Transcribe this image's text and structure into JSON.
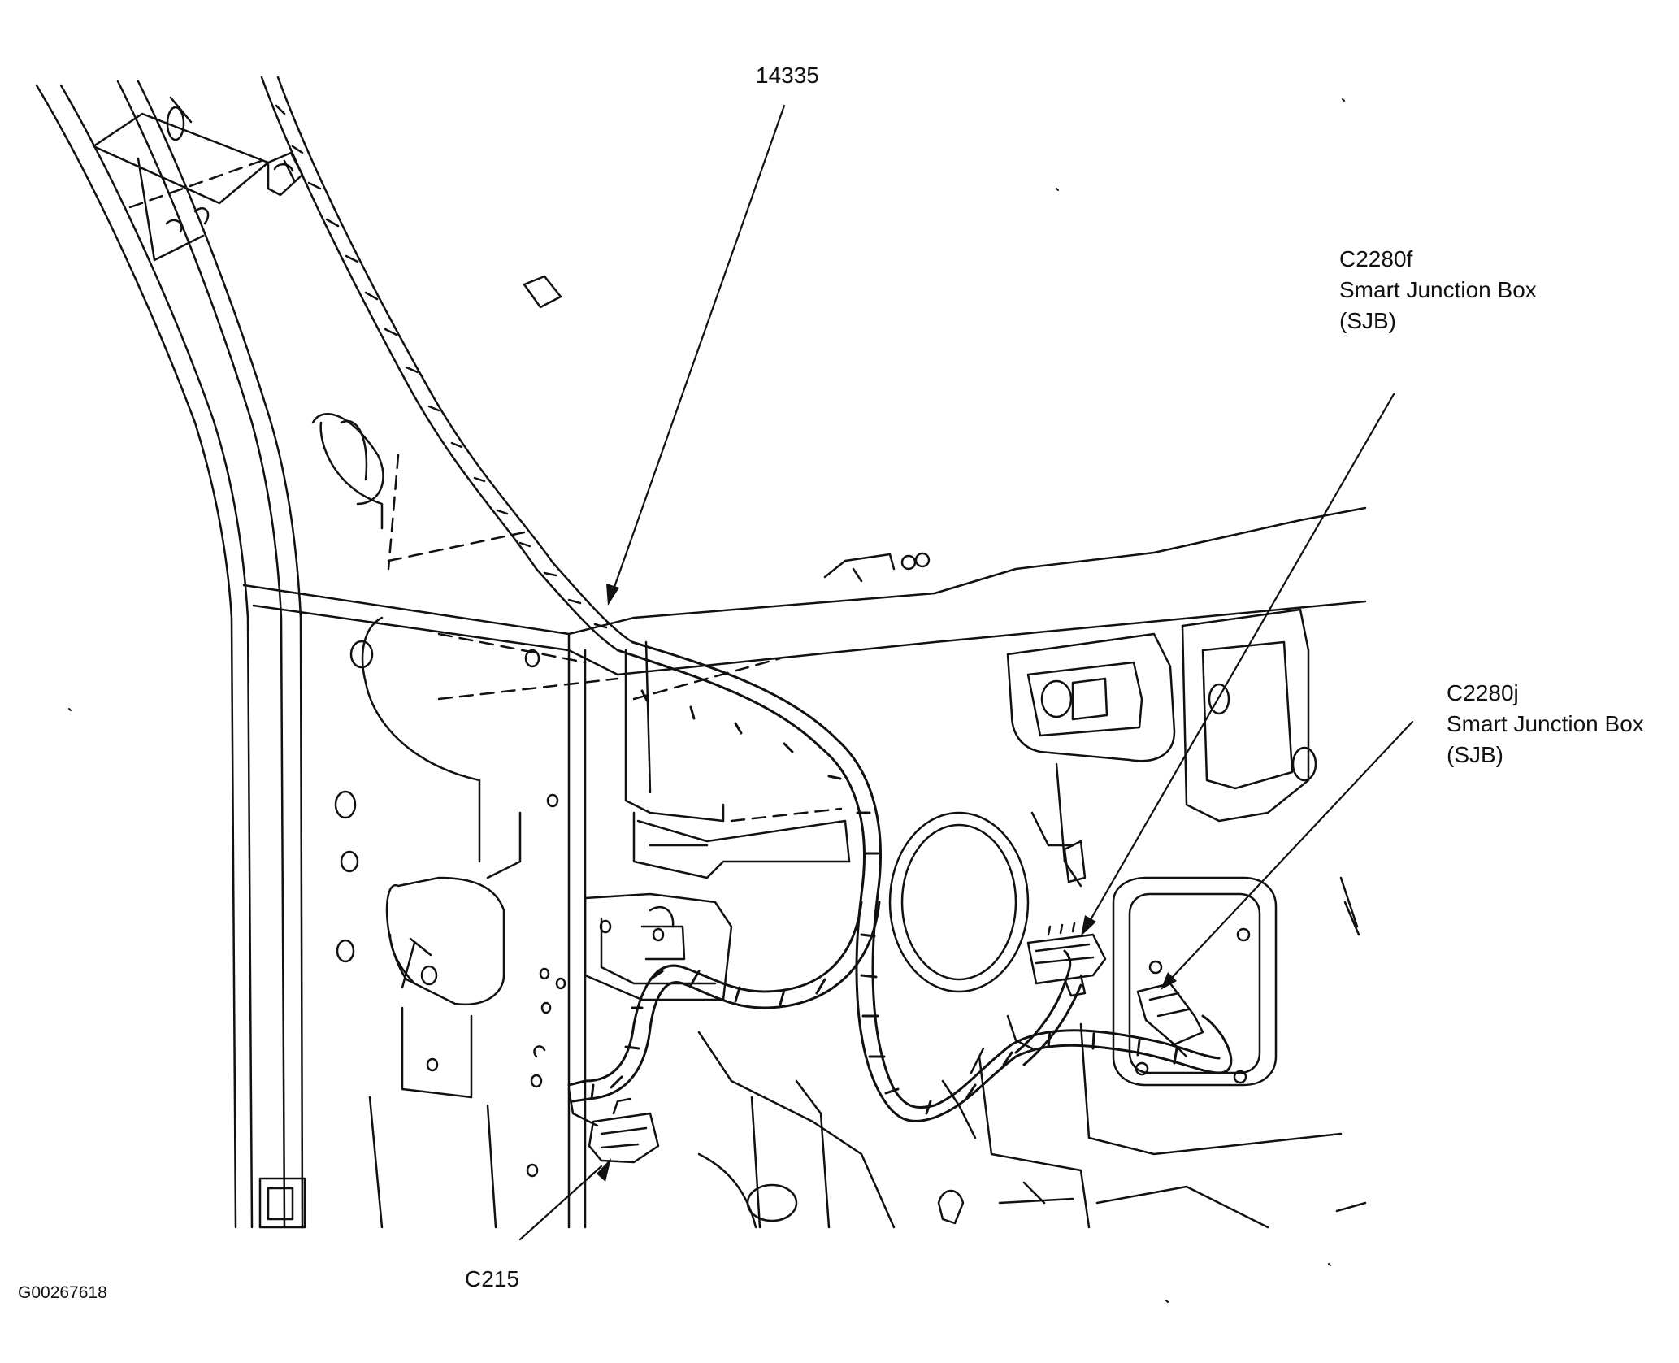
{
  "labels": {
    "harness": "14335",
    "c2280f": {
      "code": "C2280f",
      "line1": "Smart Junction Box",
      "line2": "(SJB)"
    },
    "c2280j": {
      "code": "C2280j",
      "line1": "Smart Junction Box",
      "line2": "(SJB)"
    },
    "c215": "C215",
    "figure_id": "G00267618"
  },
  "colors": {
    "line": "#111111",
    "background": "#ffffff"
  }
}
